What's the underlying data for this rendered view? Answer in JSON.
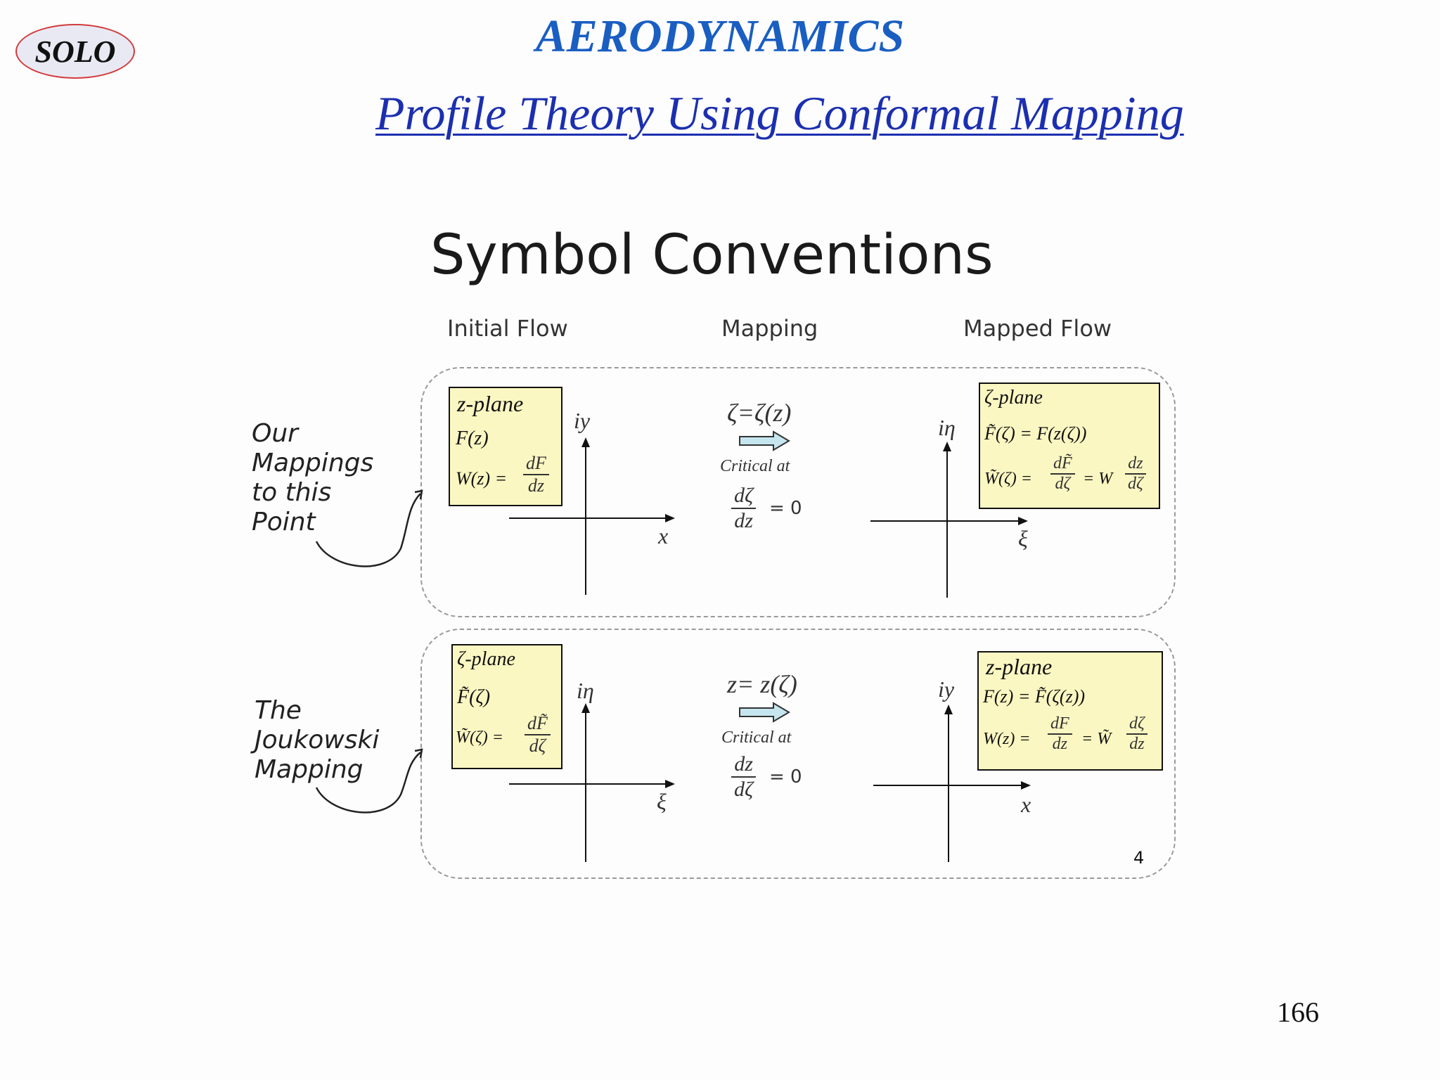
{
  "logo": "SOLO",
  "title": "AERODYNAMICS",
  "subtitle": "Profile Theory Using Conformal Mapping",
  "page_number": "166",
  "figure": {
    "title": "Symbol Conventions",
    "columns": [
      "Initial Flow",
      "Mapping",
      "Mapped Flow"
    ],
    "figure_number": "4",
    "rows": [
      {
        "label_lines": [
          "Our",
          "Mappings",
          "to this",
          "Point"
        ],
        "initial": {
          "plane": "z-plane",
          "fn": "F(z)",
          "w_lhs": "W(z) =",
          "w_num": "dF",
          "w_den": "dz",
          "v_axis": "iy",
          "h_axis": "x"
        },
        "mapping": {
          "eq": "ζ=ζ(z)",
          "critical": "Critical at",
          "c_num": "dζ",
          "c_den": "dz",
          "c_eq": "= 0"
        },
        "mapped": {
          "plane": "ζ-plane",
          "fn": "F̃(ζ) = F(z(ζ))",
          "w_lhs": "W̃(ζ) =",
          "w_num": "dF̃",
          "w_den": "dζ",
          "w_mid": "= W",
          "w_num2": "dz",
          "w_den2": "dζ",
          "v_axis": "iη",
          "h_axis": "ξ"
        }
      },
      {
        "label_lines": [
          "The",
          "Joukowski",
          "Mapping"
        ],
        "initial": {
          "plane": "ζ-plane",
          "fn": "F̃(ζ)",
          "w_lhs": "W̃(ζ) =",
          "w_num": "dF̃",
          "w_den": "dζ",
          "v_axis": "iη",
          "h_axis": "ξ"
        },
        "mapping": {
          "eq": "z= z(ζ)",
          "critical": "Critical at",
          "c_num": "dz",
          "c_den": "dζ",
          "c_eq": "= 0"
        },
        "mapped": {
          "plane": "z-plane",
          "fn": "F(z) = F̃(ζ(z))",
          "w_lhs": "W(z) =",
          "w_num": "dF",
          "w_den": "dz",
          "w_mid": "= W̃",
          "w_num2": "dζ",
          "w_den2": "dz",
          "v_axis": "iy",
          "h_axis": "x"
        }
      }
    ]
  }
}
